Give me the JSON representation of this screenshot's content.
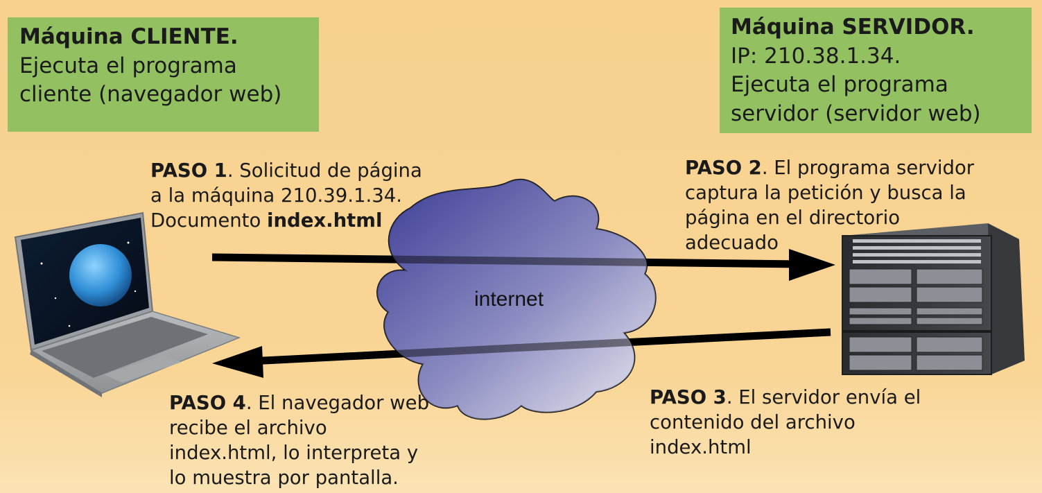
{
  "cliente": {
    "title": "Máquina CLIENTE.",
    "line1": "Ejecuta el programa",
    "line2": "cliente (navegador web)"
  },
  "servidor": {
    "title": "Máquina SERVIDOR.",
    "ip": "IP: 210.38.1.34.",
    "line1": "Ejecuta el programa",
    "line2": "servidor (servidor web)"
  },
  "cloud": {
    "label": "internet"
  },
  "paso1": {
    "bold": "PASO 1",
    "line1_rest": ". Solicitud de página",
    "line2": "a la máquina 210.39.1.34.",
    "line3_prefix": "Documento ",
    "line3_bold": "index.html"
  },
  "paso2": {
    "bold": "PASO 2",
    "line1_rest": ". El programa servidor",
    "line2": "captura la petición y busca la",
    "line3": "página en el directorio",
    "line4": "adecuado"
  },
  "paso3": {
    "bold": "PASO 3",
    "line1_rest": ". El servidor envía el",
    "line2": "contenido del archivo",
    "line3": "index.html"
  },
  "paso4": {
    "bold": "PASO 4",
    "line1_rest": ". El navegador web",
    "line2": "recibe el archivo",
    "line3": "index.html, lo interpreta y",
    "line4": "lo muestra por pantalla."
  },
  "colors": {
    "background": "#f8d18e",
    "box": "#93c162",
    "cloud_dark": "#3f3f99",
    "cloud_light": "#e4e4ee",
    "arrow": "#000000"
  },
  "icons": {
    "laptop": "laptop-icon",
    "server": "server-rack-icon",
    "cloud": "cloud-icon"
  }
}
